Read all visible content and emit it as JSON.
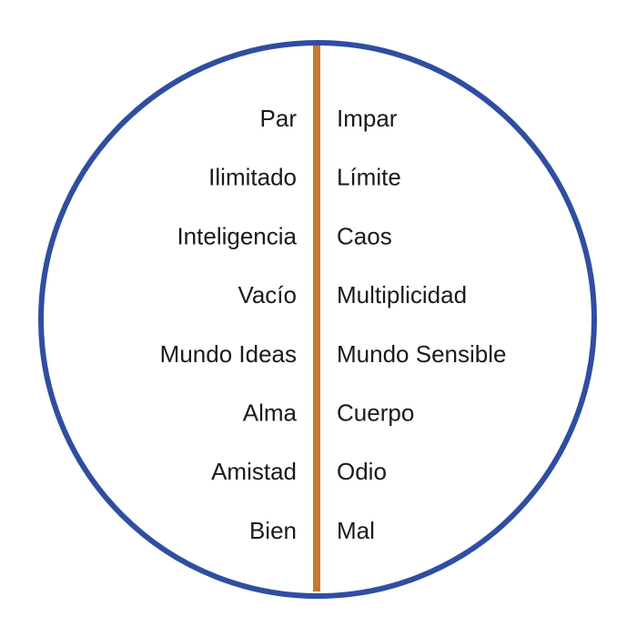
{
  "colors": {
    "circle": "#2f4ea0",
    "divider": "#c8782e",
    "text": "#1a1a1a"
  },
  "left_column": [
    "Par",
    "Ilimitado",
    "Inteligencia",
    "Vacío",
    "Mundo Ideas",
    "Alma",
    "Amistad",
    "Bien"
  ],
  "right_column": [
    "Impar",
    "Límite",
    "Caos",
    "Multiplicidad",
    "Mundo Sensible",
    "Cuerpo",
    "Odio",
    "Mal"
  ]
}
